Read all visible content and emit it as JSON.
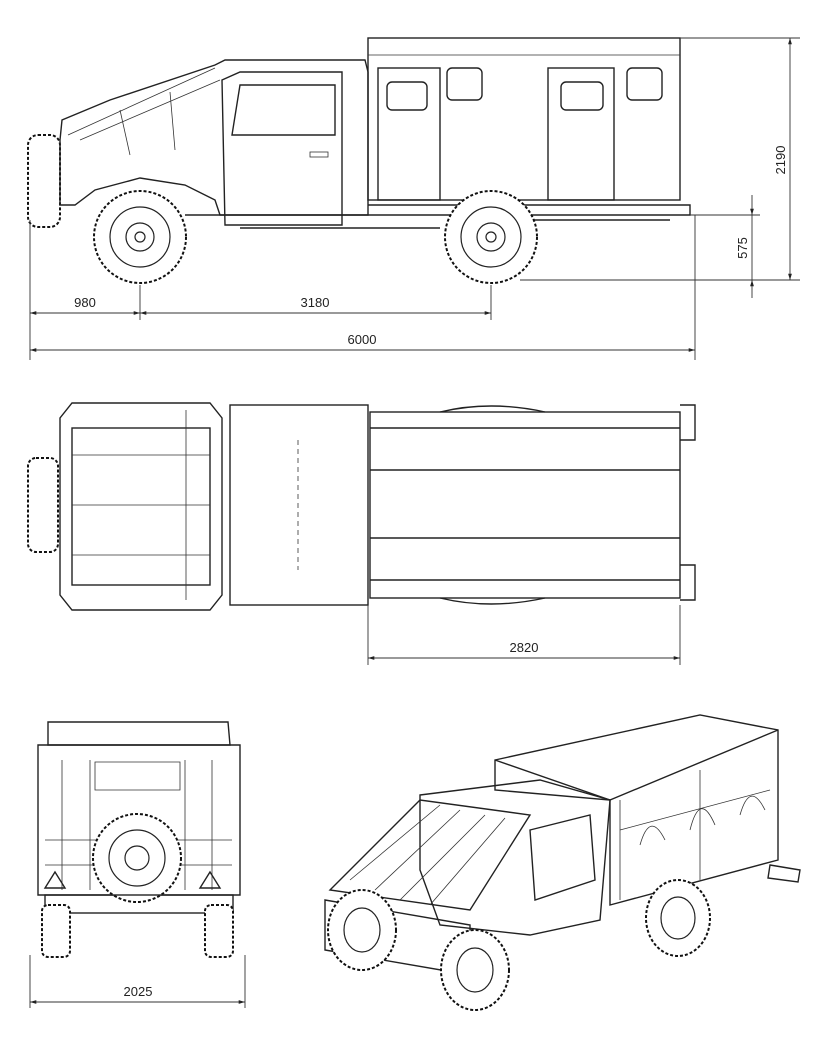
{
  "dimensions": {
    "front_overhang": "980",
    "wheelbase": "3180",
    "overall_length": "6000",
    "overall_height": "2190",
    "ground_clearance": "575",
    "cargo_body_length": "2820",
    "overall_width": "2025"
  },
  "colors": {
    "line": "#222222",
    "background": "#ffffff"
  }
}
